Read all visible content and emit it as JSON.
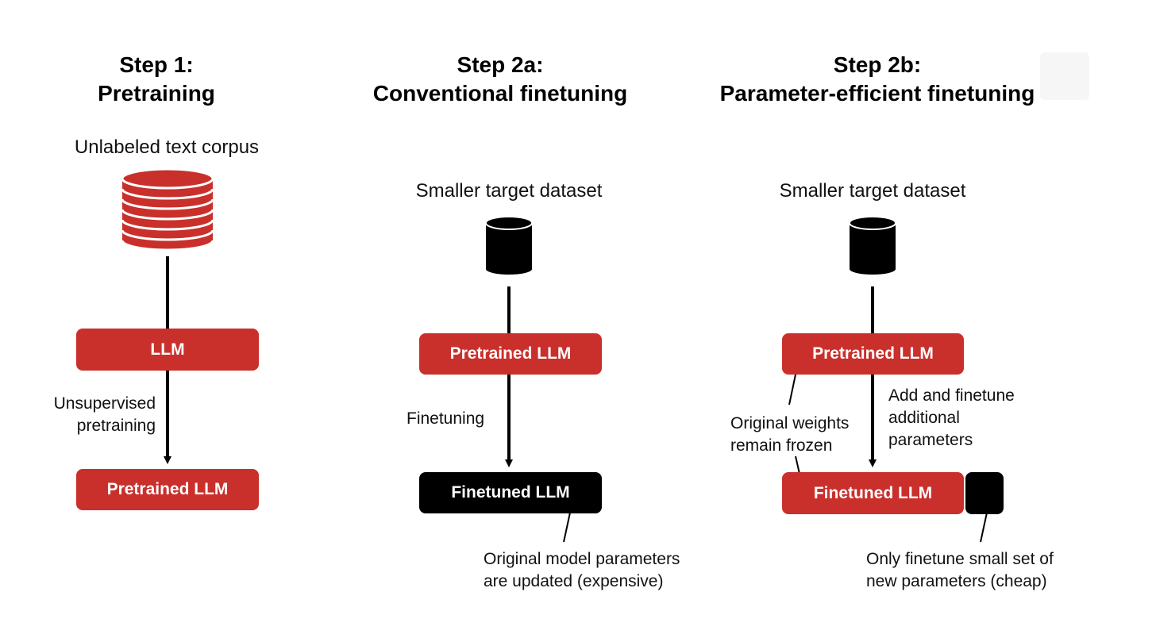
{
  "colors": {
    "red": "#c9302c",
    "black": "#000000",
    "line": "#000000"
  },
  "steps": {
    "step1": {
      "title_line1": "Step 1:",
      "title_line2": "Pretraining",
      "dataset_label": "Unlabeled text corpus",
      "dataset_icon": "red-stacked-database-icon",
      "box_top": "LLM",
      "edge_label_line1": "Unsupervised",
      "edge_label_line2": "pretraining",
      "box_bottom": "Pretrained LLM"
    },
    "step2a": {
      "title_line1": "Step 2a:",
      "title_line2": "Conventional finetuning",
      "dataset_label": "Smaller target dataset",
      "dataset_icon": "black-database-icon",
      "box_top": "Pretrained LLM",
      "edge_label": "Finetuning",
      "box_bottom": "Finetuned LLM",
      "note_line1": "Original model parameters",
      "note_line2": "are updated (expensive)"
    },
    "step2b": {
      "title_line1": "Step 2b:",
      "title_line2": "Parameter-efficient finetuning",
      "dataset_label": "Smaller target dataset",
      "dataset_icon": "black-database-icon",
      "box_top": "Pretrained LLM",
      "edge_label_line1": "Add and finetune",
      "edge_label_line2": "additional",
      "edge_label_line3": "parameters",
      "frozen_note_line1": "Original weights",
      "frozen_note_line2": "remain frozen",
      "box_bottom": "Finetuned LLM",
      "extra_block_icon": "new-parameters-block",
      "note_line1": "Only finetune small set of",
      "note_line2": "new parameters (cheap)"
    }
  }
}
